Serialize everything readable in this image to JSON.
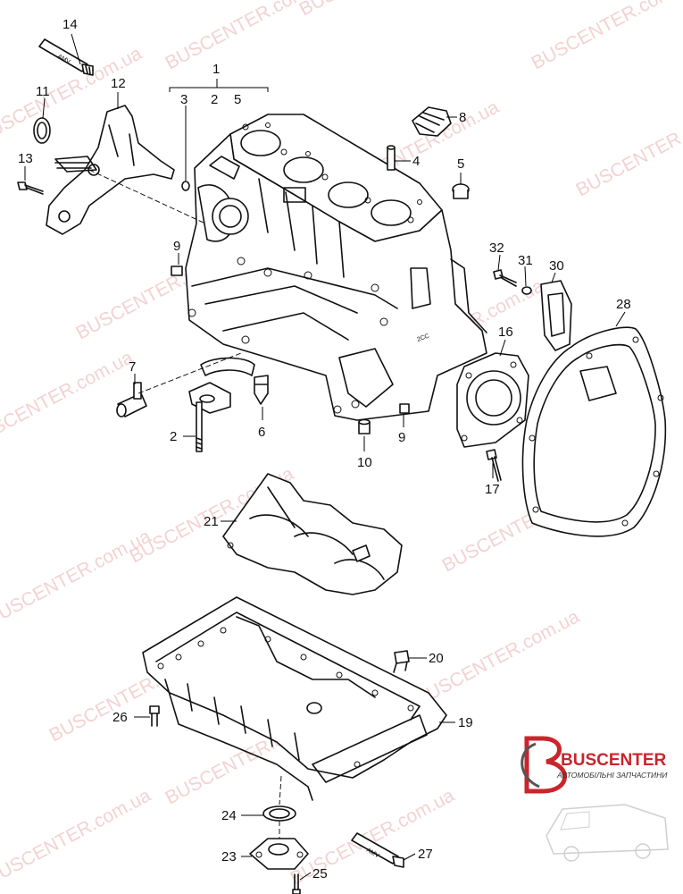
{
  "watermark": {
    "text": "BUSCENTER.com.ua",
    "color": "#f0c4c4"
  },
  "logo": {
    "name": "BUSCENTER",
    "subtitle": "АВТОМОБІЛЬНІ ЗАПЧАСТИНИ",
    "accent_color": "#c8252c"
  },
  "parts": {
    "p1": "1",
    "p2a": "2",
    "p2b": "2",
    "p3a": "3",
    "p4": "4",
    "p5a": "5",
    "p5b": "5",
    "p6": "6",
    "p7": "7",
    "p8": "8",
    "p9a": "9",
    "p9b": "9",
    "p10": "10",
    "p11": "11",
    "p12": "12",
    "p13": "13",
    "p14": "14",
    "p16": "16",
    "p17": "17",
    "p19": "19",
    "p20": "20",
    "p21": "21",
    "p23": "23",
    "p24": "24",
    "p25": "25",
    "p26": "26",
    "p27": "27",
    "p28": "28",
    "p30": "30",
    "p31": "31",
    "p32": "32"
  },
  "tube_label": "AMV"
}
